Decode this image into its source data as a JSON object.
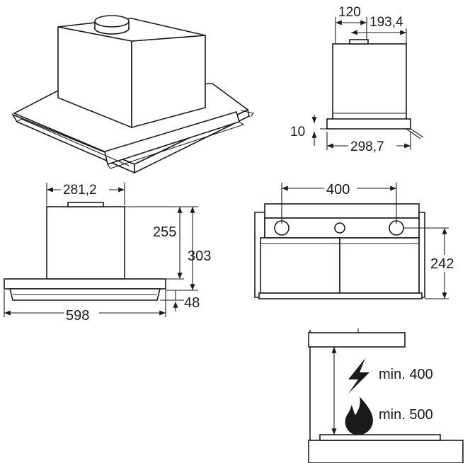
{
  "dimensions": {
    "top_width_a": "120",
    "top_width_b": "193,4",
    "top_offset": "10",
    "top_depth": "298,7",
    "front_chimney_width": "281,2",
    "front_height_body": "255",
    "front_height_total": "303",
    "front_width": "598",
    "front_panel_height": "48",
    "side_spacing": "400",
    "side_height": "242"
  },
  "installation": {
    "electric_label": "min. 400",
    "gas_label": "min. 500",
    "electric_icon": "lightning-icon",
    "gas_icon": "flame-icon"
  }
}
